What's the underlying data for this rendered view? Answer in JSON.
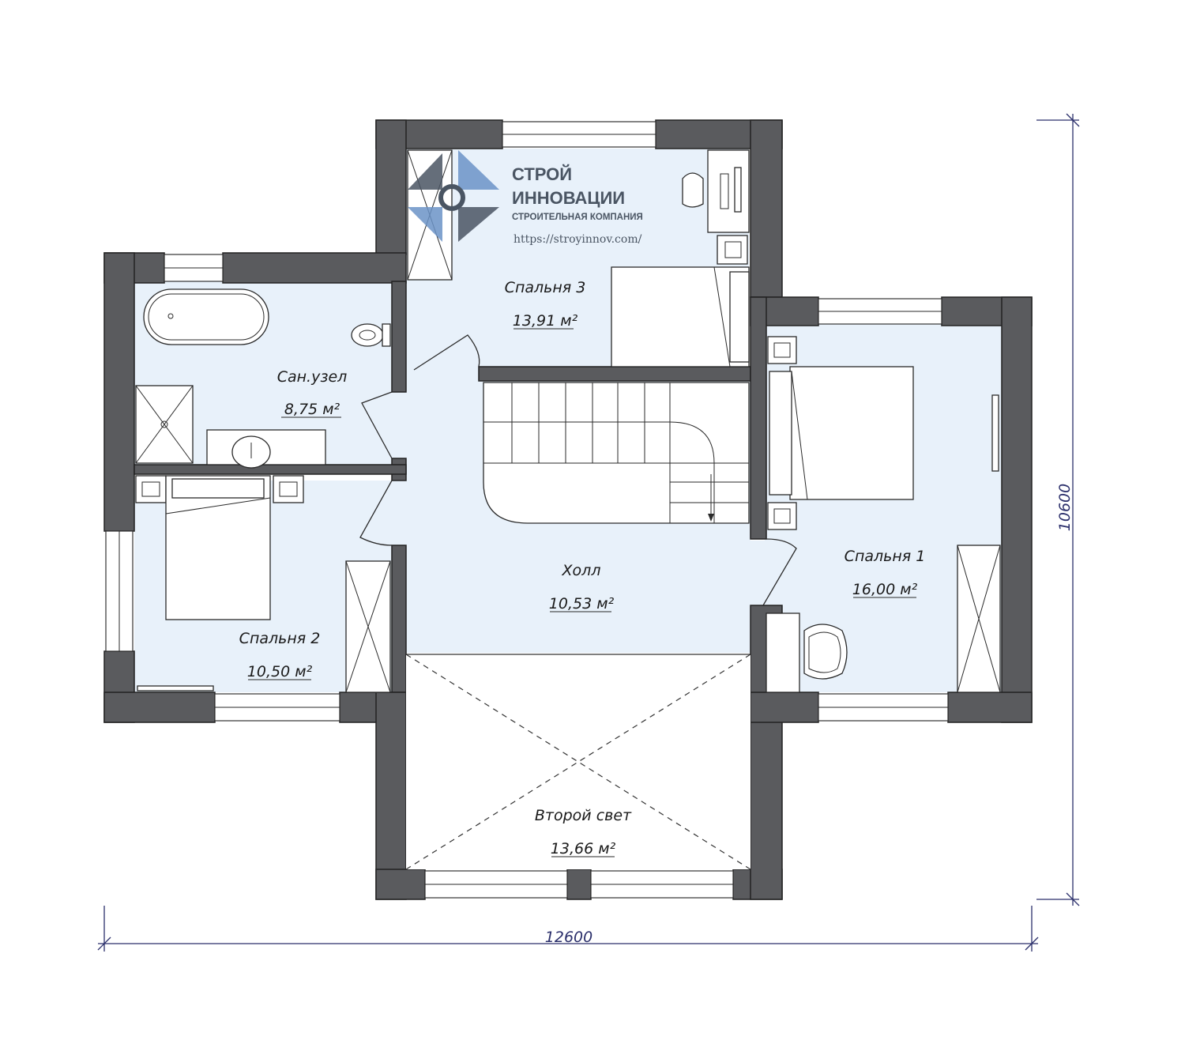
{
  "rooms": [
    {
      "name": "Спальня 3",
      "area": "13,91 м²"
    },
    {
      "name": "Сан.узел",
      "area": "8,75 м²"
    },
    {
      "name": "Спальня 2",
      "area": "10,50 м²"
    },
    {
      "name": "Холл",
      "area": "10,53 м²"
    },
    {
      "name": "Спальня 1",
      "area": "16,00 м²"
    },
    {
      "name": "Второй свет",
      "area": "13,66 м²"
    }
  ],
  "dimensions": {
    "width": "12600",
    "height": "10600"
  },
  "logo": {
    "line1": "СТРОЙ",
    "line2": "ИННОВАЦИИ",
    "subtitle": "СТРОИТЕЛЬНАЯ КОМПАНИЯ",
    "url": "https://stroyinnov.com/"
  },
  "colors": {
    "wall": "#5a5b5e",
    "floor": "#e8f1fa",
    "dimension": "#2b2f6b",
    "logo_blue": "#6b93c7"
  }
}
